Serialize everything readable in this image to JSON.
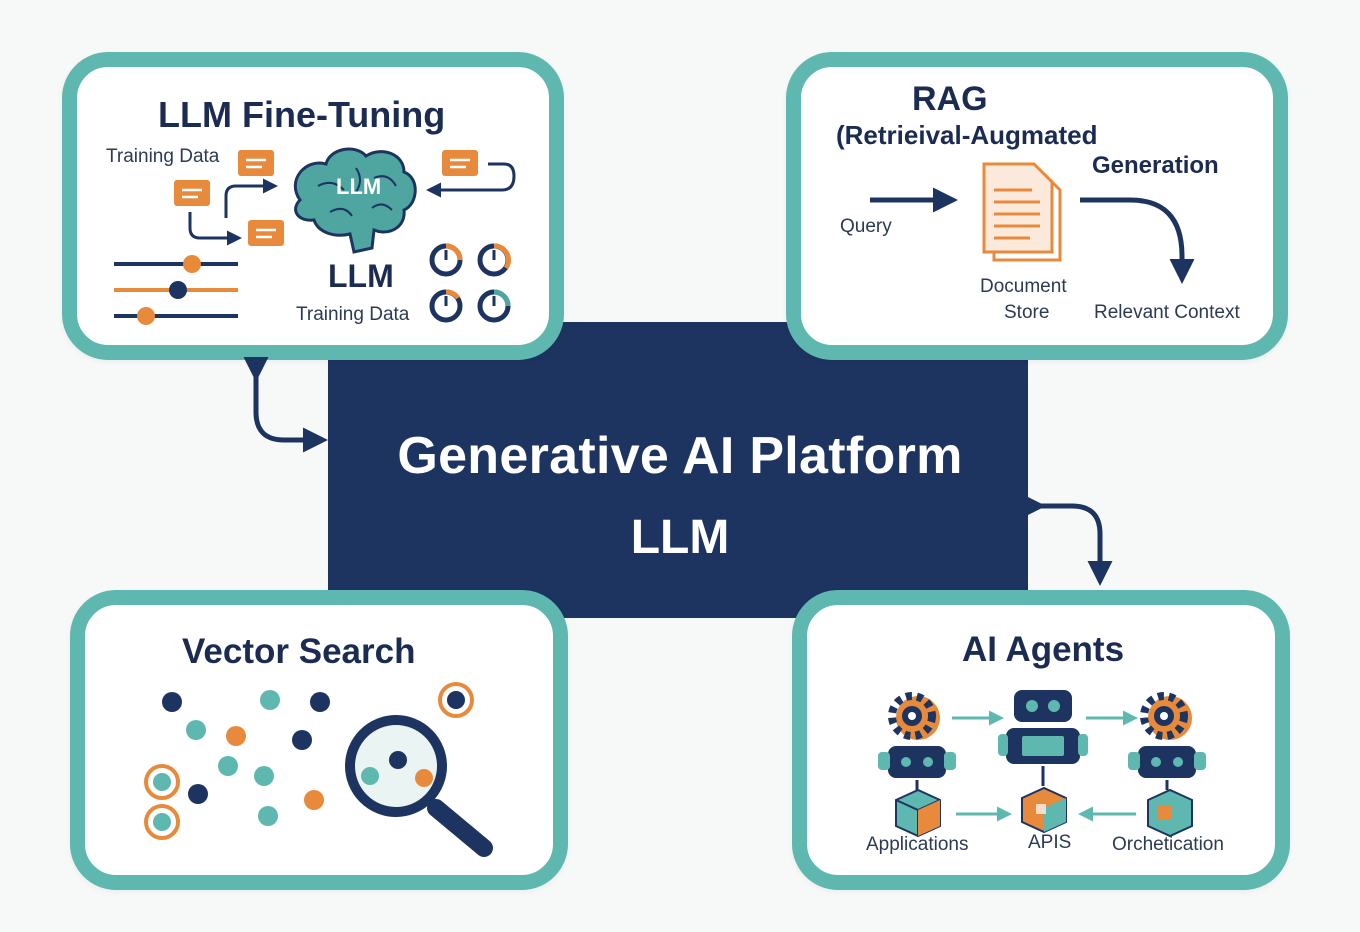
{
  "center": {
    "title": "Generative AI Platform",
    "subtitle": "LLM"
  },
  "llm_finetuning": {
    "title": "LLM Fine-Tuning",
    "training_data_top": "Training Data",
    "brain_label": "LLM",
    "llm_label": "LLM",
    "training_data_bottom": "Training Data"
  },
  "rag": {
    "title_line1": "RAG",
    "title_line2": "(Retrieival-Augmated",
    "title_line3": "Generation",
    "query": "Query",
    "document_store_line1": "Document",
    "document_store_line2": "Store",
    "relevant_context": "Relevant Context"
  },
  "vector_search": {
    "title": "Vector Search"
  },
  "ai_agents": {
    "title": "AI Agents",
    "applications": "Applications",
    "apis": "APIS",
    "orchestration": "Orchetication"
  },
  "colors": {
    "navy": "#1d3461",
    "teal": "#5fb8b0",
    "orange": "#e88a3c",
    "white": "#ffffff"
  }
}
